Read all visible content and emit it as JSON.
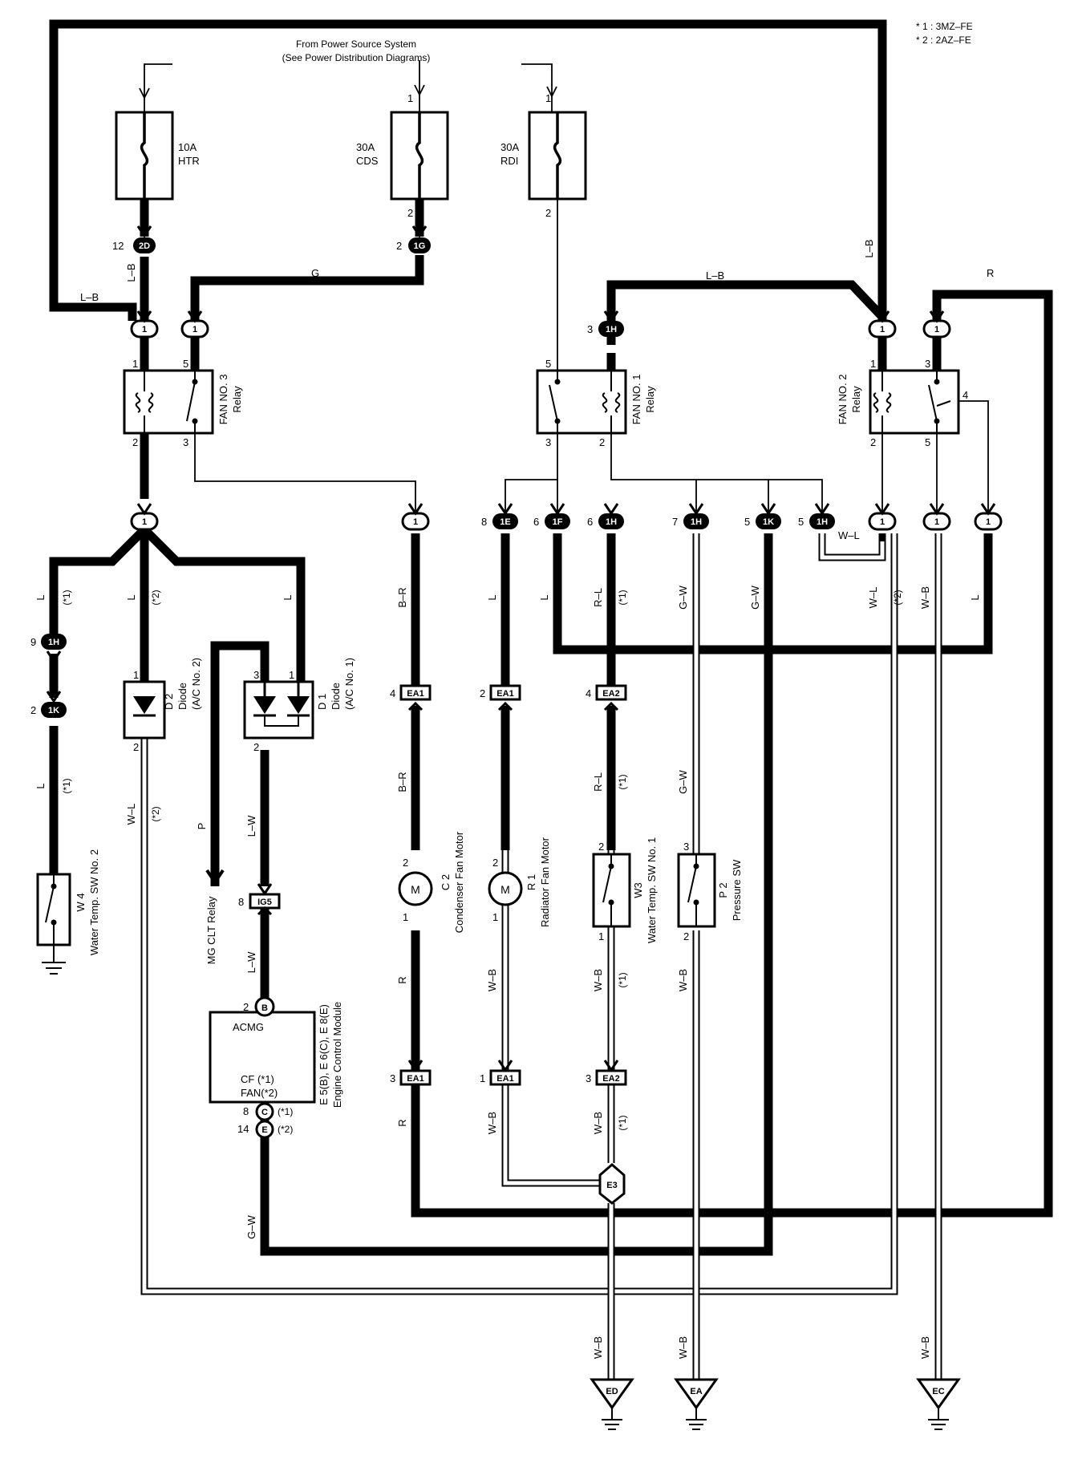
{
  "notes": [
    "* 1 : 3MZ–FE",
    "* 2 : 2AZ–FE"
  ],
  "power_source": [
    "From Power Source System",
    "(See Power Distribution Diagrams)"
  ],
  "fuses": [
    {
      "amp": "10A",
      "name": "HTR"
    },
    {
      "amp": "30A",
      "name": "CDS"
    },
    {
      "amp": "30A",
      "name": "RDI"
    }
  ],
  "relays": {
    "fan3": [
      "FAN NO. 3",
      "Relay"
    ],
    "fan1": [
      "FAN NO. 1",
      "Relay"
    ],
    "fan2": [
      "FAN NO. 2",
      "Relay"
    ]
  },
  "connectors": {
    "c2D": "2D",
    "c1G": "1G",
    "c1H": "1H",
    "c1K": "1K",
    "c1E": "1E",
    "c1F": "1F",
    "EA1": "EA1",
    "EA2": "EA2",
    "IG5": "IG5",
    "one": "1",
    "B": "B",
    "C": "C",
    "E": "E",
    "E3": "E3"
  },
  "components": {
    "d2": [
      "D 2",
      "Diode",
      "(A/C No. 2)"
    ],
    "d1": [
      "D 1",
      "Diode",
      "(A/C No. 1)"
    ],
    "w4": [
      "W 4",
      "Water Temp.  SW No. 2"
    ],
    "mgclt": "MG CLT Relay",
    "c2": [
      "C 2",
      "Condenser Fan Motor"
    ],
    "r1": [
      "R 1",
      "Radiator Fan Motor"
    ],
    "w3": [
      "W3",
      "Water Temp.  SW No. 1"
    ],
    "p2": [
      "P 2",
      "Pressure SW"
    ],
    "ecm": [
      "E 5(B), E 6(C), E 8(E)",
      "Engine Control Module"
    ],
    "ecm_inner": {
      "acmg": "ACMG",
      "cf": "CF (*1)",
      "fan": "FAN(*2)"
    },
    "motor": "M"
  },
  "wires": {
    "LB": "L–B",
    "G": "G",
    "R": "R",
    "L": "L",
    "BR": "B–R",
    "RL": "R–L",
    "GW": "G–W",
    "WL": "W–L",
    "WB": "W–B",
    "P": "P",
    "LW": "L–W"
  },
  "variant": {
    "v1": "(*1)",
    "v2": "(*2)"
  },
  "pins": {
    "p1": "1",
    "p2": "2",
    "p3": "3",
    "p4": "4",
    "p5": "5",
    "p6": "6",
    "p7": "7",
    "p8": "8",
    "p9": "9",
    "p12": "12",
    "p14": "14"
  },
  "grounds": {
    "ED": "ED",
    "EA": "EA",
    "EC": "EC"
  }
}
